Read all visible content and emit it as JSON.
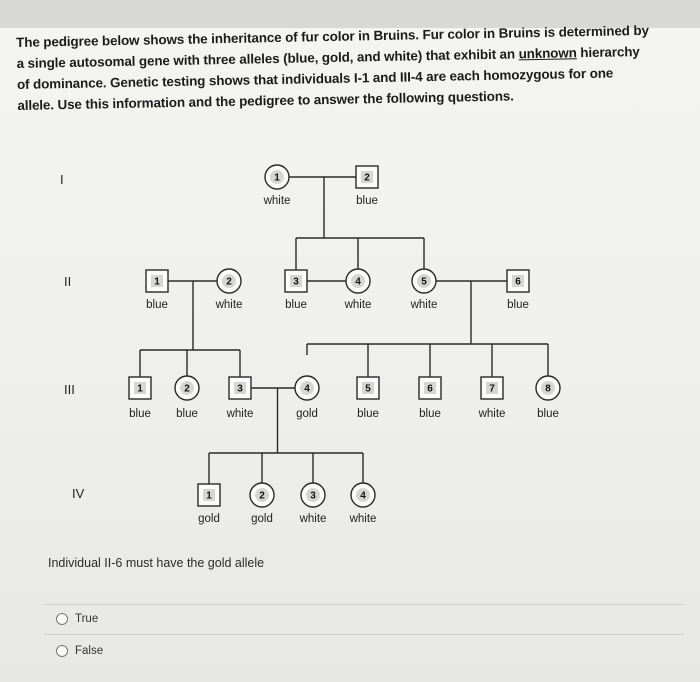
{
  "question": {
    "line1": "The pedigree below shows the inheritance of fur color in Bruins. Fur color in Bruins is determined by",
    "line2a": "a single autosomal gene with three alleles (blue, gold, and white) that exhibit an ",
    "line2u": "unknown",
    "line2b": " hierarchy",
    "line3": "of dominance. Genetic testing shows that individuals I-1 and III-4 are each homozygous for one",
    "line4": "allele. Use this information and the pedigree to answer the following questions."
  },
  "generations": [
    "I",
    "II",
    "III",
    "IV"
  ],
  "pedigree": {
    "gen1": [
      {
        "id": "1",
        "sex": "female",
        "color": "white"
      },
      {
        "id": "2",
        "sex": "male",
        "color": "blue"
      }
    ],
    "gen2": [
      {
        "id": "1",
        "sex": "male",
        "color": "blue"
      },
      {
        "id": "2",
        "sex": "female",
        "color": "white"
      },
      {
        "id": "3",
        "sex": "male",
        "color": "blue"
      },
      {
        "id": "4",
        "sex": "female",
        "color": "white"
      },
      {
        "id": "5",
        "sex": "female",
        "color": "white"
      },
      {
        "id": "6",
        "sex": "male",
        "color": "blue"
      }
    ],
    "gen3": [
      {
        "id": "1",
        "sex": "male",
        "color": "blue"
      },
      {
        "id": "2",
        "sex": "female",
        "color": "blue"
      },
      {
        "id": "3",
        "sex": "male",
        "color": "white"
      },
      {
        "id": "4",
        "sex": "female",
        "color": "gold"
      },
      {
        "id": "5",
        "sex": "male",
        "color": "blue"
      },
      {
        "id": "6",
        "sex": "male",
        "color": "blue"
      },
      {
        "id": "7",
        "sex": "male",
        "color": "white"
      },
      {
        "id": "8",
        "sex": "female",
        "color": "blue"
      }
    ],
    "gen4": [
      {
        "id": "1",
        "sex": "male",
        "color": "gold"
      },
      {
        "id": "2",
        "sex": "female",
        "color": "gold"
      },
      {
        "id": "3",
        "sex": "female",
        "color": "white"
      },
      {
        "id": "4",
        "sex": "female",
        "color": "white"
      }
    ]
  },
  "statement": "Individual II-6 must have the gold allele",
  "options": [
    "True",
    "False"
  ]
}
